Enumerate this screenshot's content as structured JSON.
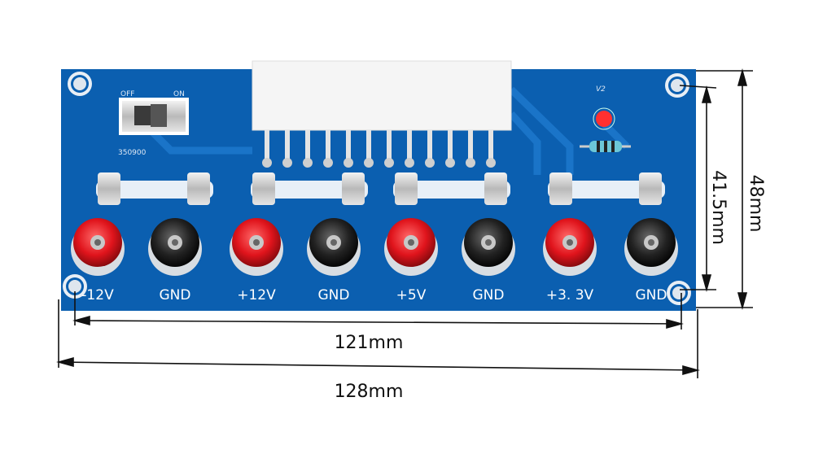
{
  "board": {
    "color": "#0b5fb0",
    "silkscreen": {
      "switch_off": "OFF",
      "switch_on": "ON",
      "code": "350900",
      "version": "V2"
    },
    "terminals": [
      {
        "label": "-12V",
        "color": "red"
      },
      {
        "label": "GND",
        "color": "black"
      },
      {
        "label": "+12V",
        "color": "red"
      },
      {
        "label": "GND",
        "color": "black"
      },
      {
        "label": "+5V",
        "color": "red"
      },
      {
        "label": "GND",
        "color": "black"
      },
      {
        "label": "+3. 3V",
        "color": "red"
      },
      {
        "label": "GND",
        "color": "black"
      }
    ]
  },
  "dimensions": {
    "hole_spacing_width": "121mm",
    "board_width": "128mm",
    "hole_spacing_height": "41.5mm",
    "board_height": "48mm"
  }
}
